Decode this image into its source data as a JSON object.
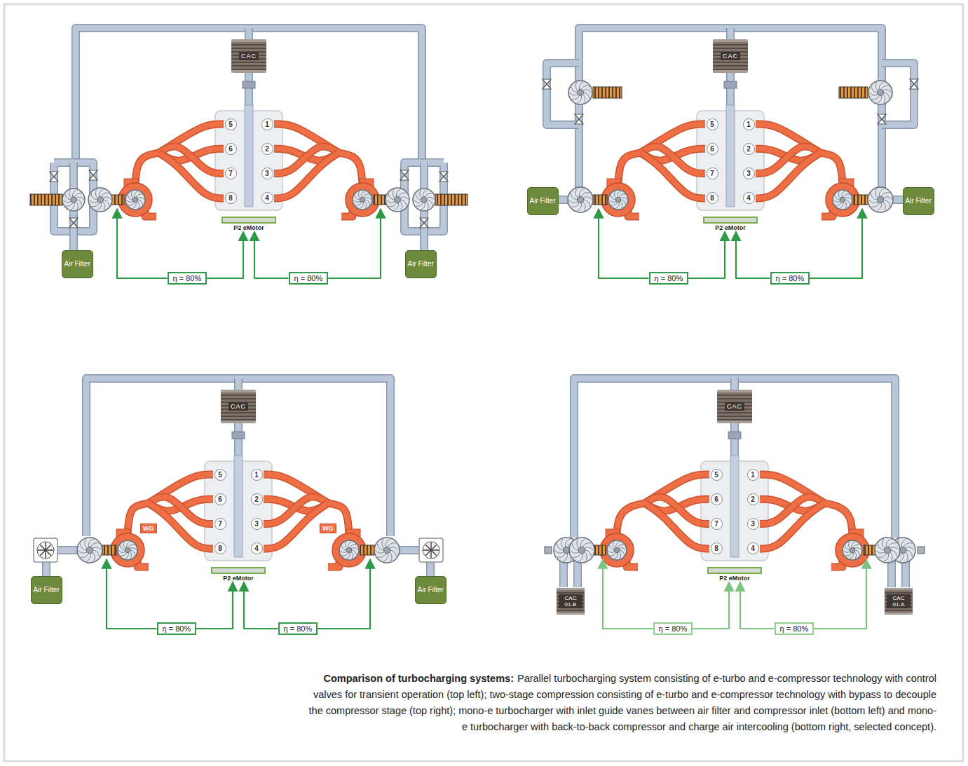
{
  "diagram": {
    "title": "Comparison of turbocharging systems:",
    "caption": "Parallel turbocharging system consisting of e-turbo and e-compressor technology with control valves for transient operation (top left); two-stage compression consisting of e-turbo and e-compressor technology with bypass to decouple the compressor stage (top right); mono-e turbocharger with inlet guide vanes between air filter and compressor inlet (bottom left) and mono-e turbocharger with back-to-back compressor and charge air intercooling (bottom right, selected concept).",
    "nodes": [
      {
        "text": [
          "CAC"
        ]
      },
      {
        "text": [
          "5"
        ]
      },
      {
        "text": [
          "1"
        ]
      },
      {
        "text": [
          "6"
        ]
      },
      {
        "text": [
          "2"
        ]
      },
      {
        "text": [
          "7"
        ]
      },
      {
        "text": [
          "3"
        ]
      },
      {
        "text": [
          "8"
        ]
      },
      {
        "text": [
          "4"
        ]
      },
      {
        "text": [
          "P2 eMotor"
        ]
      },
      {
        "text": [
          "Air Filter"
        ]
      },
      {
        "text": [
          "Air Filter"
        ]
      },
      {
        "text": [
          "η = 80%"
        ]
      },
      {
        "text": [
          "η = 80%"
        ]
      },
      {
        "text": [
          "CAC"
        ]
      },
      {
        "text": [
          "5"
        ]
      },
      {
        "text": [
          "1"
        ]
      },
      {
        "text": [
          "6"
        ]
      },
      {
        "text": [
          "2"
        ]
      },
      {
        "text": [
          "7"
        ]
      },
      {
        "text": [
          "3"
        ]
      },
      {
        "text": [
          "8"
        ]
      },
      {
        "text": [
          "4"
        ]
      },
      {
        "text": [
          "P2 eMotor"
        ]
      },
      {
        "text": [
          "Air Filter"
        ]
      },
      {
        "text": [
          "Air Filter"
        ]
      },
      {
        "text": [
          "η = 80%"
        ]
      },
      {
        "text": [
          "η = 80%"
        ]
      },
      {
        "text": [
          "CAC"
        ]
      },
      {
        "text": [
          "5"
        ]
      },
      {
        "text": [
          "1"
        ]
      },
      {
        "text": [
          "6"
        ]
      },
      {
        "text": [
          "2"
        ]
      },
      {
        "text": [
          "7"
        ]
      },
      {
        "text": [
          "3"
        ]
      },
      {
        "text": [
          "8"
        ]
      },
      {
        "text": [
          "4"
        ]
      },
      {
        "text": [
          "WG"
        ]
      },
      {
        "text": [
          "WG"
        ]
      },
      {
        "text": [
          "P2 eMotor"
        ]
      },
      {
        "text": [
          "Air Filter"
        ]
      },
      {
        "text": [
          "Air Filter"
        ]
      },
      {
        "text": [
          "η = 80%"
        ]
      },
      {
        "text": [
          "η = 80%"
        ]
      },
      {
        "text": [
          "CAC"
        ]
      },
      {
        "text": [
          "5"
        ]
      },
      {
        "text": [
          "1"
        ]
      },
      {
        "text": [
          "6"
        ]
      },
      {
        "text": [
          "2"
        ]
      },
      {
        "text": [
          "7"
        ]
      },
      {
        "text": [
          "3"
        ]
      },
      {
        "text": [
          "8"
        ]
      },
      {
        "text": [
          "4"
        ]
      },
      {
        "text": [
          "P2 eMotor"
        ]
      },
      {
        "text": [
          "CAC 01-B"
        ]
      },
      {
        "text": [
          "CAC 01-A"
        ]
      },
      {
        "text": [
          "η = 80%"
        ]
      },
      {
        "text": [
          "η = 80%"
        ]
      }
    ],
    "edges": [
      {
        "from": 12,
        "to": 9,
        "arrow": "to"
      },
      {
        "from": 13,
        "to": 9,
        "arrow": "to"
      },
      {
        "from": 26,
        "to": 23,
        "arrow": "to"
      },
      {
        "from": 27,
        "to": 23,
        "arrow": "to"
      },
      {
        "from": 42,
        "to": 39,
        "arrow": "to"
      },
      {
        "from": 43,
        "to": 39,
        "arrow": "to"
      },
      {
        "from": 56,
        "to": 53,
        "arrow": "to"
      },
      {
        "from": 57,
        "to": 53,
        "arrow": "to"
      }
    ]
  }
}
